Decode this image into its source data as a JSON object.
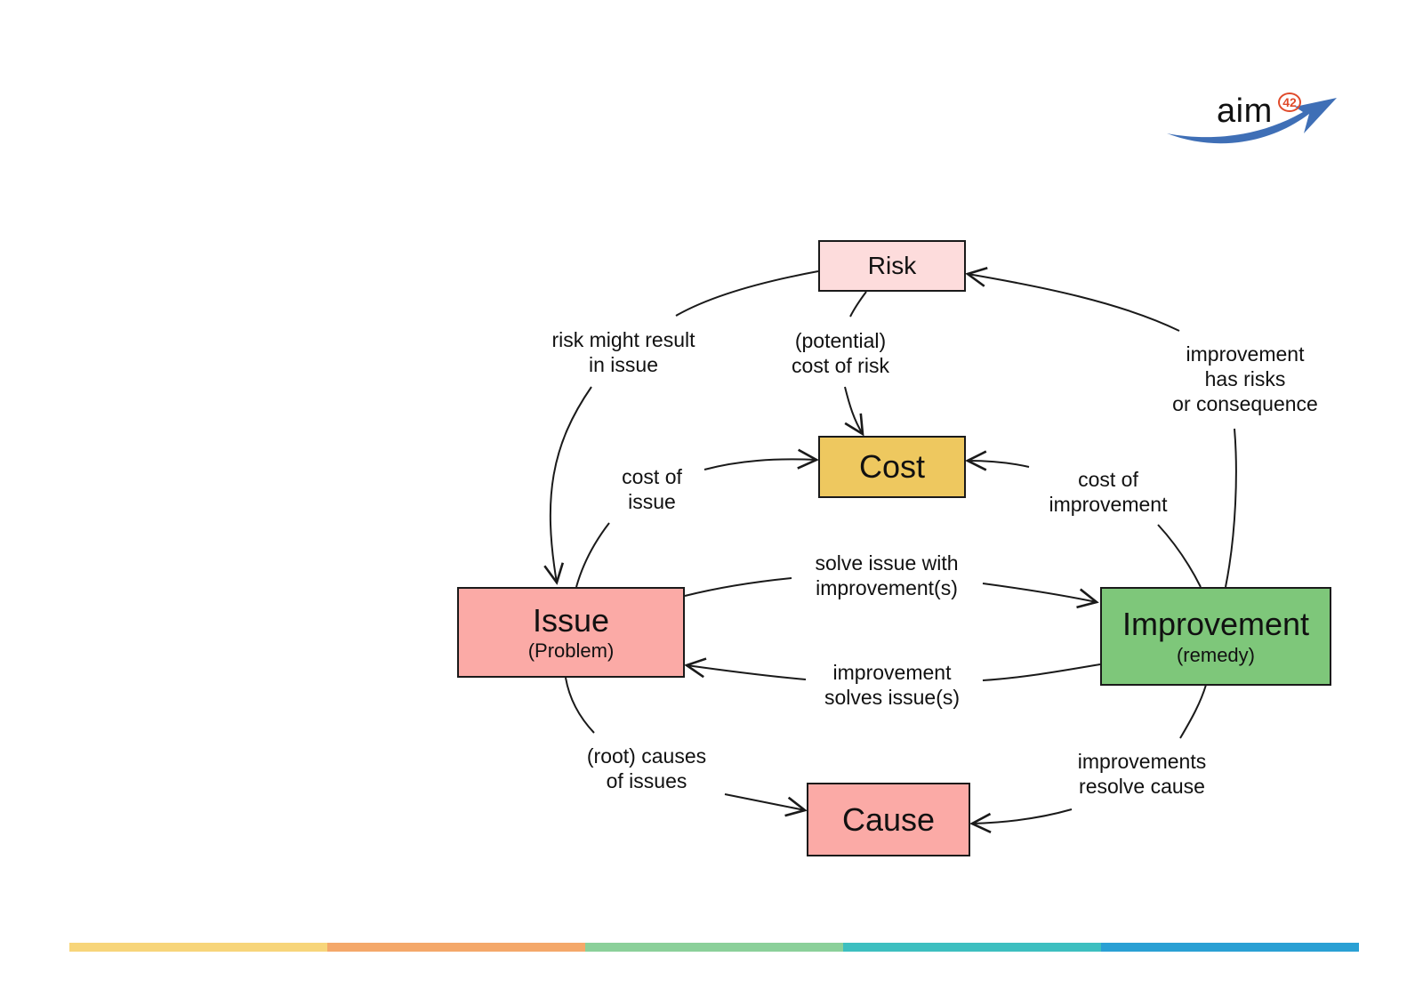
{
  "logo": {
    "text": "aim",
    "badge": "42"
  },
  "nodes": {
    "risk": {
      "title": "Risk",
      "sub": "",
      "fill": "#fddcdc"
    },
    "cost": {
      "title": "Cost",
      "sub": "",
      "fill": "#eec85f"
    },
    "issue": {
      "title": "Issue",
      "sub": "(Problem)",
      "fill": "#fbaaa6"
    },
    "improvement": {
      "title": "Improvement",
      "sub": "(remedy)",
      "fill": "#7ec77a"
    },
    "cause": {
      "title": "Cause",
      "sub": "",
      "fill": "#fbaaa6"
    }
  },
  "edges": {
    "risk_issue": [
      "risk might result",
      "in issue"
    ],
    "risk_cost": [
      "(potential)",
      "cost of risk"
    ],
    "improvement_risk": [
      "improvement",
      "has risks",
      "or consequence"
    ],
    "issue_cost": [
      "cost of",
      "issue"
    ],
    "improvement_cost": [
      "cost of",
      "improvement"
    ],
    "issue_improvement": [
      "solve issue with",
      "improvement(s)"
    ],
    "improvement_issue": [
      "improvement",
      "solves issue(s)"
    ],
    "issue_cause": [
      "(root) causes",
      "of issues"
    ],
    "improvement_cause": [
      "improvements",
      "resolve cause"
    ]
  },
  "colors": {
    "stroke": "#1a1a1a",
    "logo_arrow": "#3f6fb6",
    "bar": [
      "#f7d57a",
      "#f4a86a",
      "#8bd09a",
      "#3dbfc0",
      "#2aa0d4"
    ]
  }
}
